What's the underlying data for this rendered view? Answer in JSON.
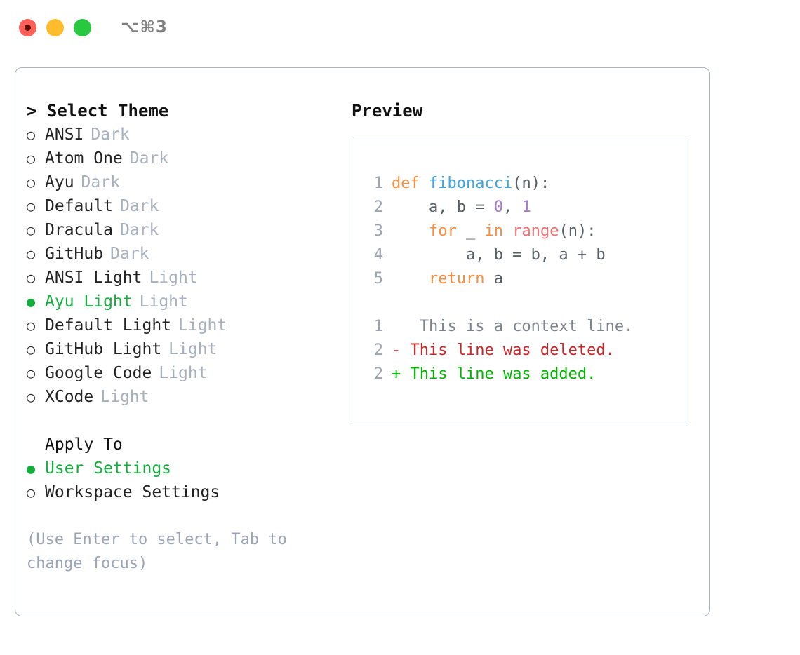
{
  "window": {
    "shortcut_label": "⌥⌘3",
    "traffic_lights": [
      {
        "name": "close",
        "color": "#ff5f57"
      },
      {
        "name": "minimize",
        "color": "#ffbd2e"
      },
      {
        "name": "maximize",
        "color": "#28c840"
      }
    ]
  },
  "theme_panel": {
    "heading": "> Select Theme",
    "selected_color": "#13ae3c",
    "tag_color": "#a6b0be",
    "bullet_selected": "●",
    "bullet_unselected": "○",
    "options": [
      {
        "label": "ANSI",
        "tag": "Dark",
        "selected": false
      },
      {
        "label": "Atom One",
        "tag": "Dark",
        "selected": false
      },
      {
        "label": "Ayu",
        "tag": "Dark",
        "selected": false
      },
      {
        "label": "Default",
        "tag": "Dark",
        "selected": false
      },
      {
        "label": "Dracula",
        "tag": "Dark",
        "selected": false
      },
      {
        "label": "GitHub",
        "tag": "Dark",
        "selected": false
      },
      {
        "label": "ANSI Light",
        "tag": "Light",
        "selected": false
      },
      {
        "label": "Ayu Light",
        "tag": "Light",
        "selected": true
      },
      {
        "label": "Default Light",
        "tag": "Light",
        "selected": false
      },
      {
        "label": "GitHub Light",
        "tag": "Light",
        "selected": false
      },
      {
        "label": "Google Code",
        "tag": "Light",
        "selected": false
      },
      {
        "label": "XCode",
        "tag": "Light",
        "selected": false
      }
    ]
  },
  "apply_to": {
    "heading": "Apply To",
    "options": [
      {
        "label": "User Settings",
        "selected": true
      },
      {
        "label": "Workspace Settings",
        "selected": false
      }
    ]
  },
  "hint": {
    "text": "(Use Enter to select, Tab to change focus)"
  },
  "preview": {
    "heading": "Preview",
    "code": [
      {
        "lineno": "1",
        "tokens": [
          {
            "t": "def ",
            "c": "kw"
          },
          {
            "t": "fibonacci",
            "c": "fn"
          },
          {
            "t": "(n):",
            "c": "punc"
          }
        ]
      },
      {
        "lineno": "2",
        "tokens": [
          {
            "t": "    a, b = ",
            "c": "def"
          },
          {
            "t": "0",
            "c": "num"
          },
          {
            "t": ", ",
            "c": "def"
          },
          {
            "t": "1",
            "c": "num"
          }
        ]
      },
      {
        "lineno": "3",
        "tokens": [
          {
            "t": "    for ",
            "c": "kw"
          },
          {
            "t": "_ ",
            "c": "def"
          },
          {
            "t": "in ",
            "c": "kw"
          },
          {
            "t": "range",
            "c": "bi"
          },
          {
            "t": "(n):",
            "c": "punc"
          }
        ]
      },
      {
        "lineno": "4",
        "tokens": [
          {
            "t": "        a, b = b, a + b",
            "c": "def"
          }
        ]
      },
      {
        "lineno": "5",
        "tokens": [
          {
            "t": "    return ",
            "c": "kw"
          },
          {
            "t": "a",
            "c": "def"
          }
        ]
      }
    ],
    "diff": [
      {
        "lineno": "1",
        "marker": " ",
        "text": "  This is a context line.",
        "kind": "ctx"
      },
      {
        "lineno": "2",
        "marker": "-",
        "text": " This line was deleted.",
        "kind": "del"
      },
      {
        "lineno": "2",
        "marker": "+",
        "text": " This line was added.",
        "kind": "add"
      }
    ],
    "colors": {
      "keyword": "#fa8d3e",
      "function": "#3aa7e8",
      "number": "#a37acc",
      "builtin": "#f07171",
      "default": "#575f66",
      "lineno": "#9aa4b2",
      "diff_context": "#7b848f",
      "diff_deleted": "#c62828",
      "diff_added": "#00b300",
      "border": "#a8b2c0"
    }
  }
}
